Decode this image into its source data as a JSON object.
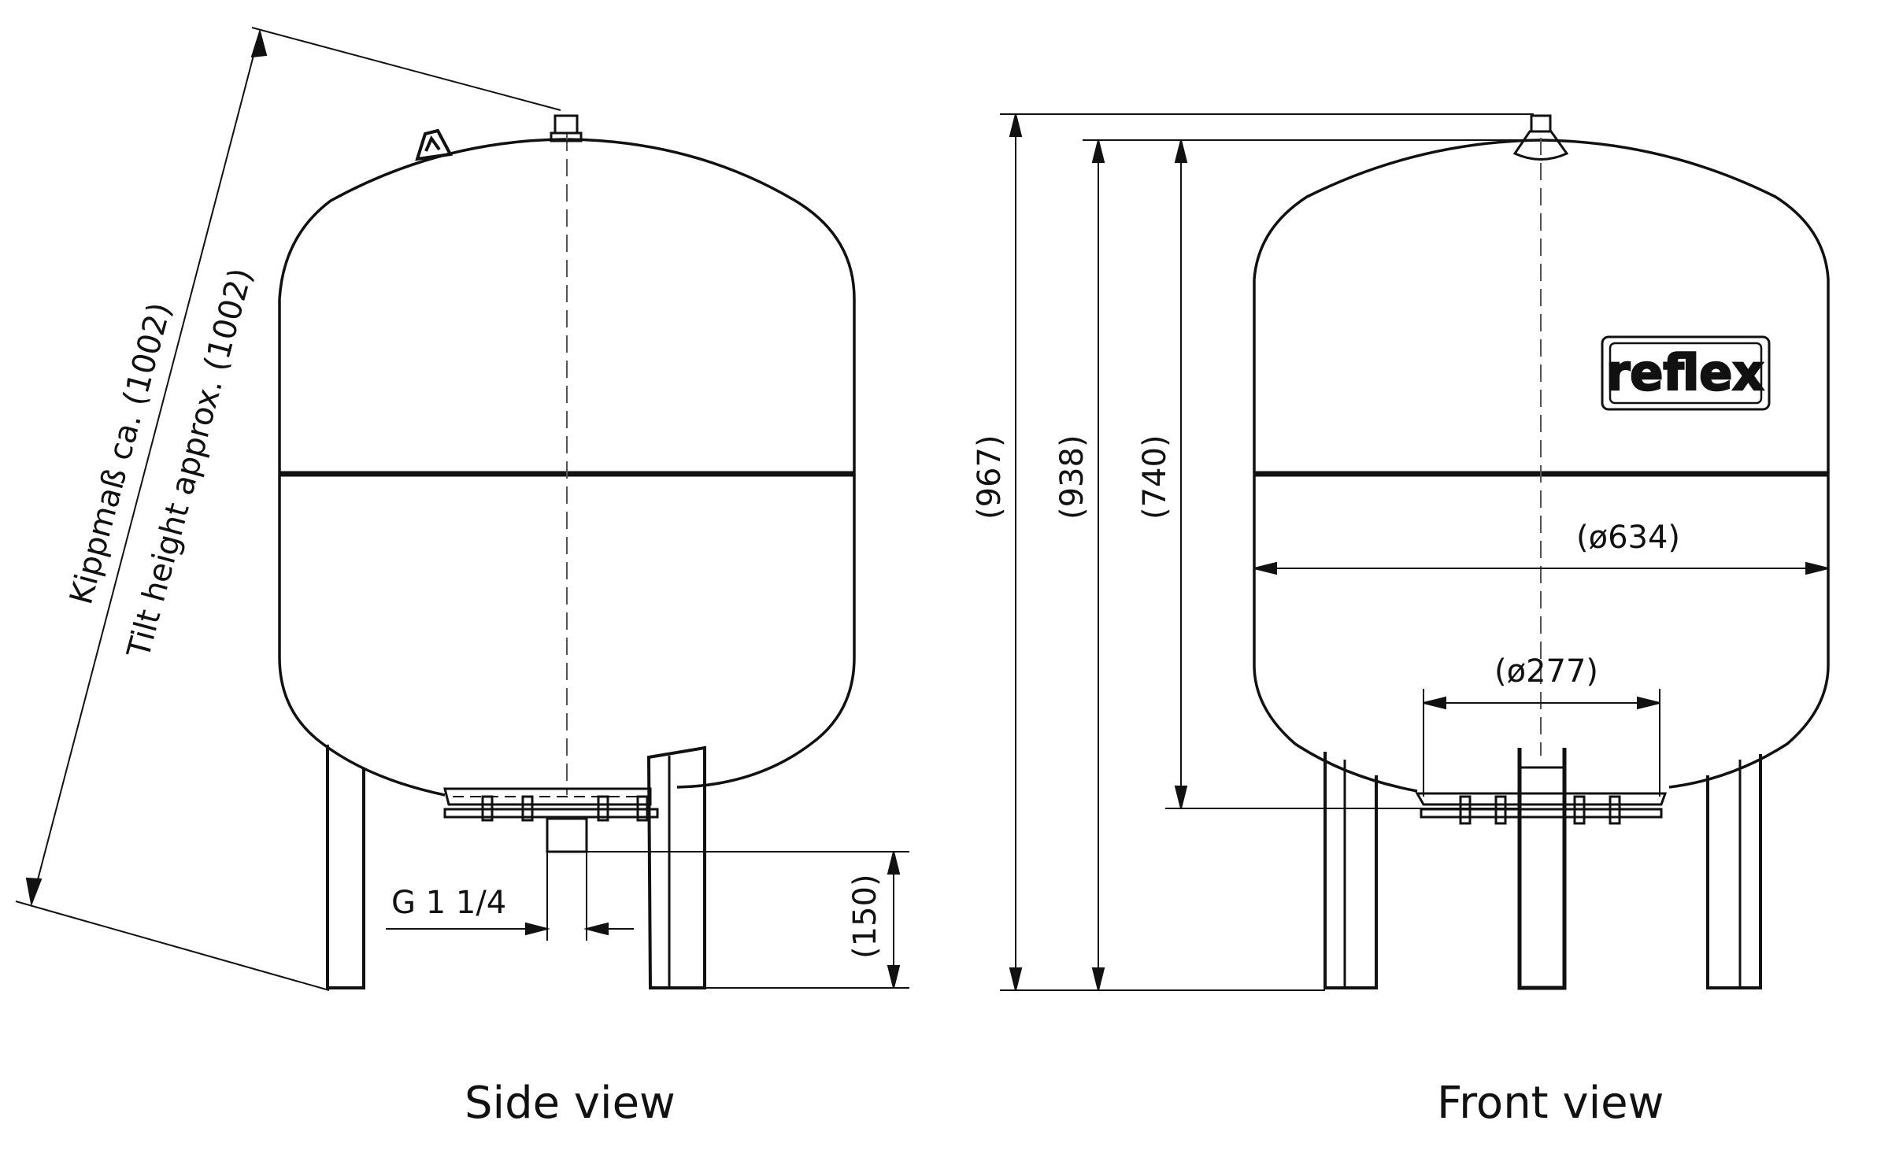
{
  "side_view": {
    "caption": "Side view",
    "tilt_label_de": "Kippmaß ca. (1002)",
    "tilt_label_en": "Tilt height approx. (1002)",
    "connection_label": "G 1 1/4",
    "foot_height_label": "(150)"
  },
  "front_view": {
    "caption": "Front view",
    "brand_logo": "reflex",
    "height_total_label": "(967)",
    "height_connection_label": "(938)",
    "height_flange_label": "(740)",
    "diameter_label": "(ø634)",
    "base_diameter_label": "(ø277)"
  },
  "colors": {
    "line": "#111111",
    "background": "#ffffff",
    "centerline": "#555555"
  }
}
